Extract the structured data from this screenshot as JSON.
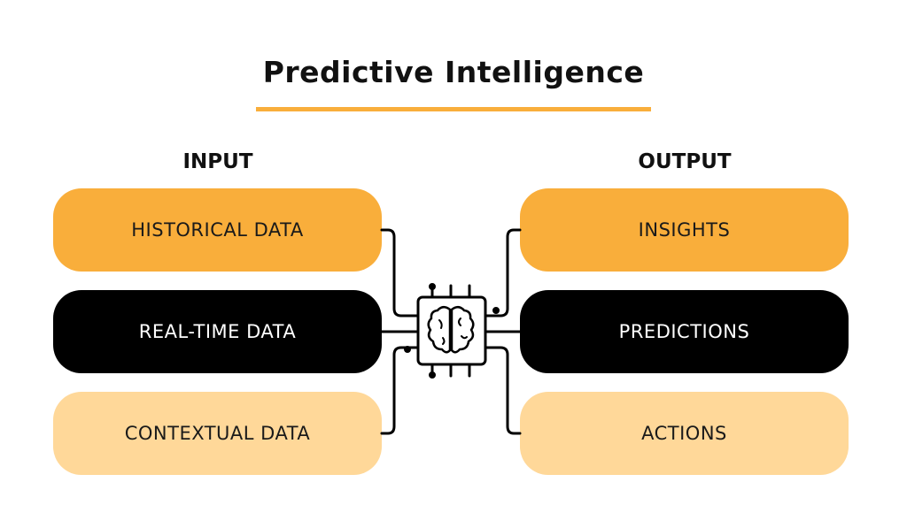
{
  "title": "Predictive Intelligence",
  "input": {
    "heading": "INPUT",
    "items": [
      "HISTORICAL DATA",
      "REAL-TIME DATA",
      "CONTEXTUAL DATA"
    ]
  },
  "output": {
    "heading": "OUTPUT",
    "items": [
      "INSIGHTS",
      "PREDICTIONS",
      "ACTIONS"
    ]
  },
  "center_icon": "brain-chip-icon",
  "colors": {
    "accent": "#F9AE3B",
    "light": "#FFD899",
    "dark": "#000000"
  }
}
